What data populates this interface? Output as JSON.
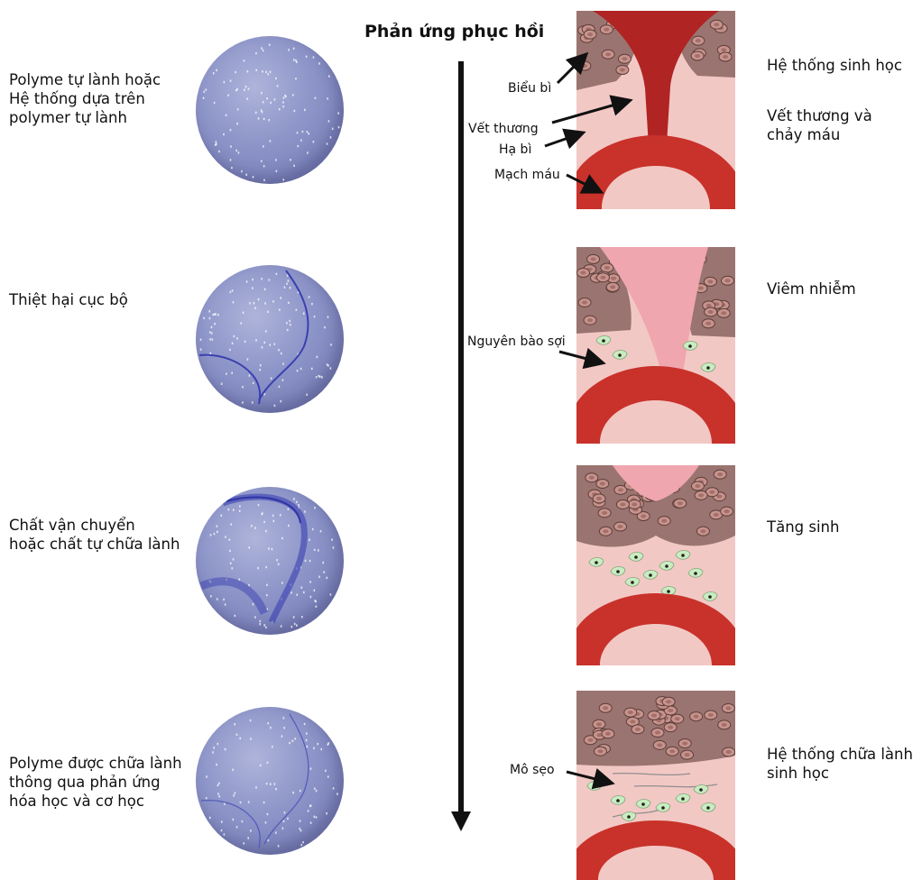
{
  "title": "Phản ứng phục hồi",
  "polymer_stages": [
    {
      "label": "Polyme tự lành hoặc\nHệ thống dựa trên\npolymer tự lành",
      "state": "intact"
    },
    {
      "label": "Thiệt hại cục bộ",
      "state": "cracked"
    },
    {
      "label": "Chất vận chuyển\nhoặc chất tự chữa lành",
      "state": "agent-released"
    },
    {
      "label": "Polyme được chữa lành\nthông qua phản ứng\nhóa học và cơ học",
      "state": "healed"
    }
  ],
  "bio_stages": [
    {
      "label": "Hệ thống sinh học"
    },
    {
      "label": "Vết thương và\nchảy máu"
    },
    {
      "label": "Viêm nhiễm"
    },
    {
      "label": "Tăng sinh"
    },
    {
      "label": "Hệ thống chữa lành\nsinh học"
    }
  ],
  "annotations": {
    "epidermis": "Biểu bì",
    "wound": "Vết thương",
    "dermis": "Hạ bì",
    "vessel": "Mạch máu",
    "fibroblast": "Nguyên bào sợi",
    "scar": "Mô sẹo"
  },
  "colors": {
    "polymer": "#8c94c8",
    "crack": "#3b3fb0",
    "skin": "#f2c8c5",
    "epidermis": "#9a7470",
    "blood": "#c8322a",
    "clot": "#b02424",
    "fibroblast": "#c9ecc0"
  }
}
